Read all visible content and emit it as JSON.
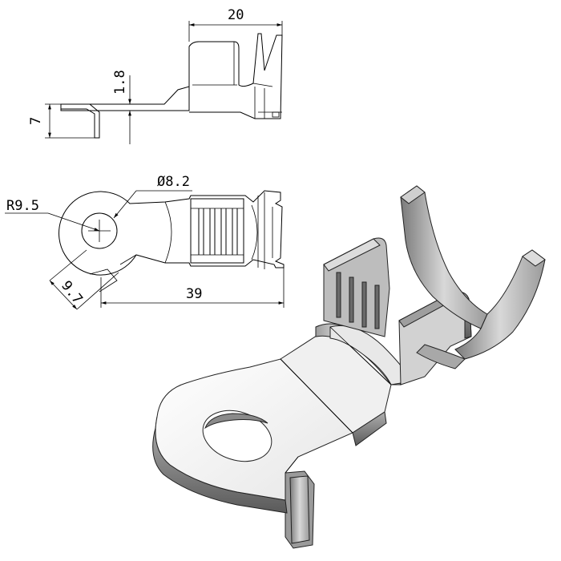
{
  "dimensions": {
    "width_top": "20",
    "thickness": "1.8",
    "height": "7",
    "hole_diameter": "Ø8.2",
    "ring_radius": "R9.5",
    "neck_width": "9.7",
    "total_length": "39"
  },
  "colors": {
    "outline": "#000000",
    "metal_light": "#f2f2f2",
    "metal_mid": "#c8c8c8",
    "metal_dark": "#8a8a8a",
    "metal_shadow": "#5a5a5a"
  }
}
